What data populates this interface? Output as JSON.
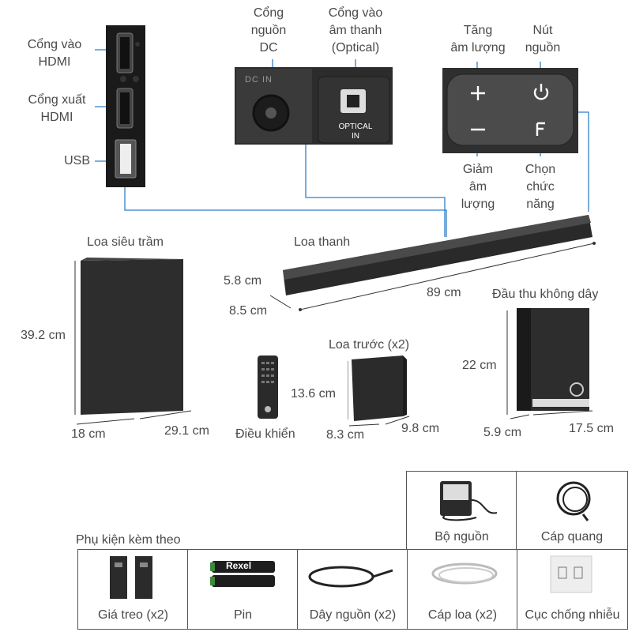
{
  "ports": {
    "hdmi_in": "Cổng vào\nHDMI",
    "hdmi_out": "Cổng xuất\nHDMI",
    "usb": "USB",
    "dc": "Cổng\nnguồn\nDC",
    "optical": "Cổng vào\nâm thanh\n(Optical)",
    "optical_print": "OPTICAL\nIN",
    "dc_print": "DC IN"
  },
  "controls": {
    "vol_up": "Tăng\nâm lượng",
    "power": "Nút\nnguồn",
    "vol_down": "Giảm\nâm\nlượng",
    "function": "Chọn\nchức\nnăng"
  },
  "products": {
    "subwoofer": {
      "name": "Loa siêu trầm",
      "height": "39.2 cm",
      "width": "18 cm",
      "depth": "29.1 cm"
    },
    "soundbar": {
      "name": "Loa thanh",
      "height": "5.8 cm",
      "depth": "8.5 cm",
      "width": "89 cm"
    },
    "receiver": {
      "name": "Đầu thu không dây",
      "height": "22 cm",
      "width": "5.9 cm",
      "depth": "17.5 cm"
    },
    "front_speaker": {
      "name": "Loa trước (x2)",
      "height": "13.6 cm",
      "width": "8.3 cm",
      "depth": "9.8 cm"
    },
    "remote": {
      "name": "Điều khiển"
    }
  },
  "accessories": {
    "title": "Phụ kiện kèm theo",
    "items": [
      {
        "label": "Bộ nguồn"
      },
      {
        "label": "Cáp quang"
      },
      {
        "label": "Giá treo (x2)"
      },
      {
        "label": "Pin"
      },
      {
        "label": "Dây nguồn (x2)"
      },
      {
        "label": "Cáp loa (x2)"
      },
      {
        "label": "Cục chống nhiễu"
      }
    ],
    "battery_brand": "Rexel"
  },
  "colors": {
    "leader": "#2f7fc9",
    "device": "#2a2a2a",
    "label": "#4a4a4a"
  }
}
